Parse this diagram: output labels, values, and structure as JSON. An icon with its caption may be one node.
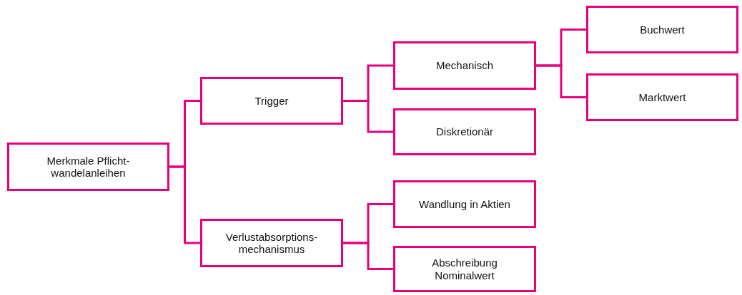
{
  "diagram": {
    "nodes": [
      {
        "text": [
          "Merkmale Pflicht-wandelanleihen"
        ]
      },
      {
        "text": [
          "Trigger"
        ]
      },
      {
        "text": [
          "Verlustabsorptions-mechanismus"
        ]
      },
      {
        "text": [
          "Mechanisch"
        ]
      },
      {
        "text": [
          "Diskretionär"
        ]
      },
      {
        "text": [
          "Wandlung in Aktien"
        ]
      },
      {
        "text": [
          "Abschreibung Nominalwert"
        ]
      },
      {
        "text": [
          "Buchwert"
        ]
      },
      {
        "text": [
          "Marktwert"
        ]
      }
    ],
    "edges": [
      {
        "from": 0,
        "to": 1,
        "arrow": "none"
      },
      {
        "from": 0,
        "to": 2,
        "arrow": "none"
      },
      {
        "from": 1,
        "to": 3,
        "arrow": "none"
      },
      {
        "from": 1,
        "to": 4,
        "arrow": "none"
      },
      {
        "from": 2,
        "to": 5,
        "arrow": "none"
      },
      {
        "from": 2,
        "to": 6,
        "arrow": "none"
      },
      {
        "from": 3,
        "to": 7,
        "arrow": "none"
      },
      {
        "from": 3,
        "to": 8,
        "arrow": "none"
      }
    ]
  }
}
